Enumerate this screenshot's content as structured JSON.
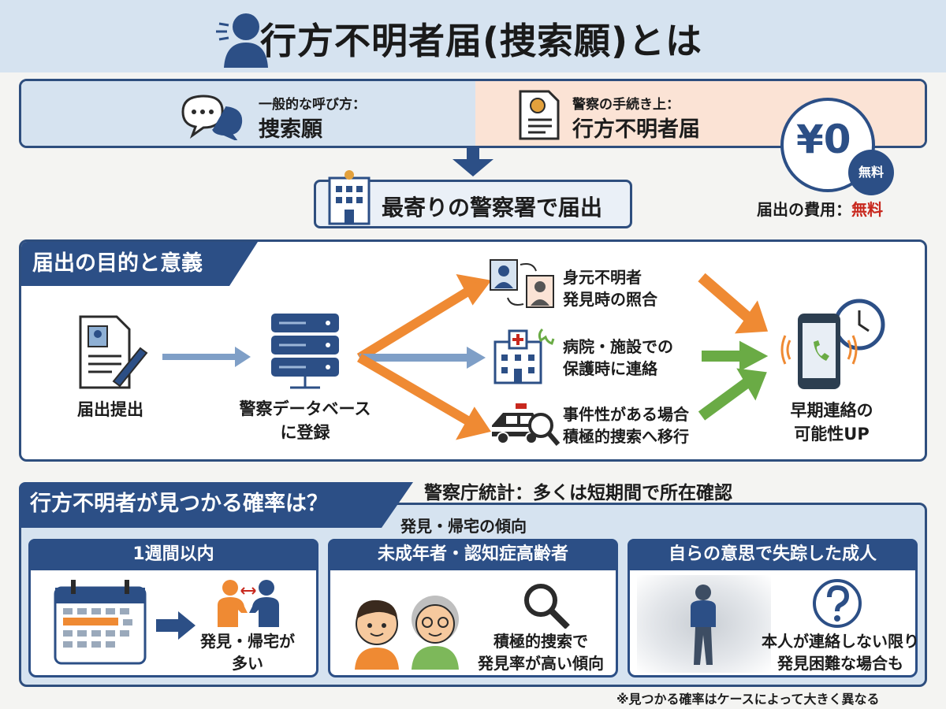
{
  "title": "行方不明者届(捜索願)とは",
  "names": {
    "common_label": "一般的な呼び方：",
    "common_value": "捜索願",
    "police_label": "警察の手続き上：",
    "police_value": "行方不明者届"
  },
  "submit_place": "最寄りの警察署で届出",
  "fee": {
    "amount": "¥0",
    "badge": "無料",
    "label": "届出の費用：",
    "value": "無料"
  },
  "purpose": {
    "heading": "届出の目的と意義",
    "step1": "届出提出",
    "step2_line1": "警察データベース",
    "step2_line2": "に登録",
    "outcomes": [
      {
        "line1": "身元不明者",
        "line2": "発見時の照合"
      },
      {
        "line1": "病院・施設での",
        "line2": "保護時に連絡"
      },
      {
        "line1": "事件性がある場合",
        "line2": "積極的捜索へ移行"
      }
    ],
    "result_line1": "早期連絡の",
    "result_line2": "可能性UP"
  },
  "probability": {
    "heading": "行方不明者が見つかる確率は？",
    "stats_note": "警察庁統計：多くは短期間で所在確認",
    "trend_label": "発見・帰宅の傾向",
    "cards": [
      {
        "title": "1週間以内",
        "text_line1": "発見・帰宅が",
        "text_line2": "多い"
      },
      {
        "title": "未成年者・認知症高齢者",
        "text_line1": "積極的捜索で",
        "text_line2": "発見率が高い傾向"
      },
      {
        "title": "自らの意思で失踪した成人",
        "text_line1": "本人が連絡しない限り",
        "text_line2": "発見困難な場合も"
      }
    ],
    "footnote": "※見つかる確率はケースによって大きく異なる"
  },
  "colors": {
    "navy": "#2c4f86",
    "orange": "#ef8a33",
    "green": "#6aab45",
    "red": "#c8281e",
    "peach": "#fbe3d5",
    "lightblue": "#d6e3f0"
  }
}
